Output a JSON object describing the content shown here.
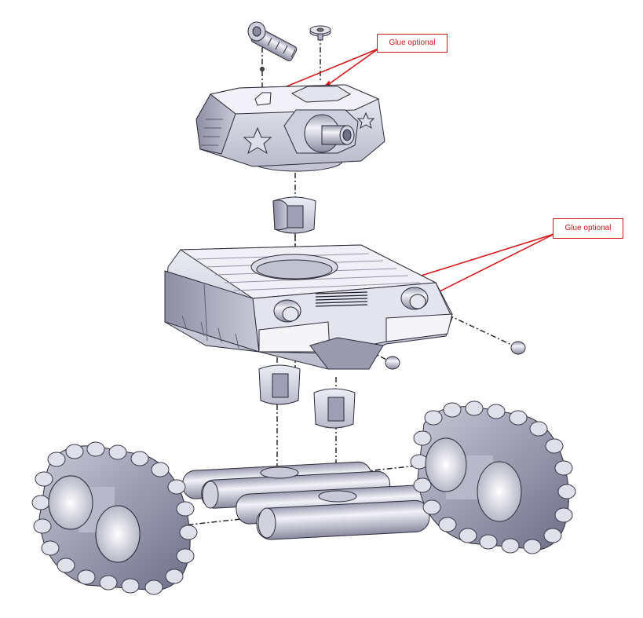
{
  "callouts": [
    {
      "label": "Glue optional"
    },
    {
      "label": "Glue optional"
    }
  ],
  "colors": {
    "callout": "#d21414",
    "part_fill": "#d8d8e4",
    "part_shade": "#a9a9bd",
    "part_dark": "#6e6e86",
    "outline": "#2b2b3a",
    "axis": "#1a1a1a"
  },
  "parts": [
    "gun-barrel",
    "hatch-knob",
    "turret",
    "turret-connector",
    "hull",
    "hull-front-plugs",
    "hull-connectors",
    "track-left",
    "track-right",
    "axle-assembly"
  ]
}
